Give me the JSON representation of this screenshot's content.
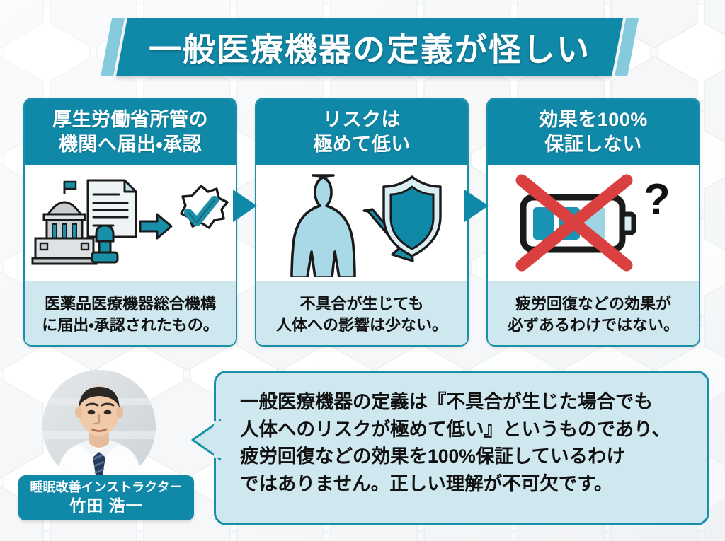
{
  "title": {
    "text": "一般医療機器の定義が怪しい",
    "band_color": "#1089a8",
    "edge_color": "#86cbdd"
  },
  "theme": {
    "teal": "#1089a8",
    "teal_border": "#1a8fa8",
    "light_blue": "#cfe8f0",
    "body_blue": "#addde9",
    "red": "#d9403f",
    "background": "#f7f9fa"
  },
  "cards": [
    {
      "id": "card-notification-approval",
      "head_line1": "厚生労働省所管の",
      "head_line2": "機関へ届出・承認",
      "icon": "government-approval-icon",
      "foot_line1": "医薬品医療機器総合機構",
      "foot_line2": "に届出・承認されたもの。"
    },
    {
      "id": "card-low-risk",
      "head_line1": "リスクは",
      "head_line2": "極めて低い",
      "icon": "body-shield-icon",
      "foot_line1": "不具合が生じても",
      "foot_line2": "人体への影響は少ない。"
    },
    {
      "id": "card-no-guarantee",
      "head_line1": "効果を100%",
      "head_line2": "保証しない",
      "icon": "battery-crossed-question-icon",
      "foot_line1": "疲労回復などの効果が",
      "foot_line2": "必ずあるわけではない。"
    }
  ],
  "connectors": [
    {
      "name": "arrow-card1-to-card2",
      "glyph": "right-arrow-icon"
    },
    {
      "name": "arrow-card2-to-card3",
      "glyph": "right-arrow-icon"
    }
  ],
  "speaker": {
    "role": "睡眠改善インストラクター",
    "name": "竹田 浩一",
    "photo_alt": "白衣を着た男性の顔写真"
  },
  "bubble": {
    "line1": "一般医療機器の定義は『不具合が生じた場合でも",
    "line2": "人体へのリスクが極めて低い』というものであり、",
    "line3": "疲労回復などの効果を100%保証しているわけ",
    "line4": "ではありません。正しい理解が不可欠です。"
  }
}
